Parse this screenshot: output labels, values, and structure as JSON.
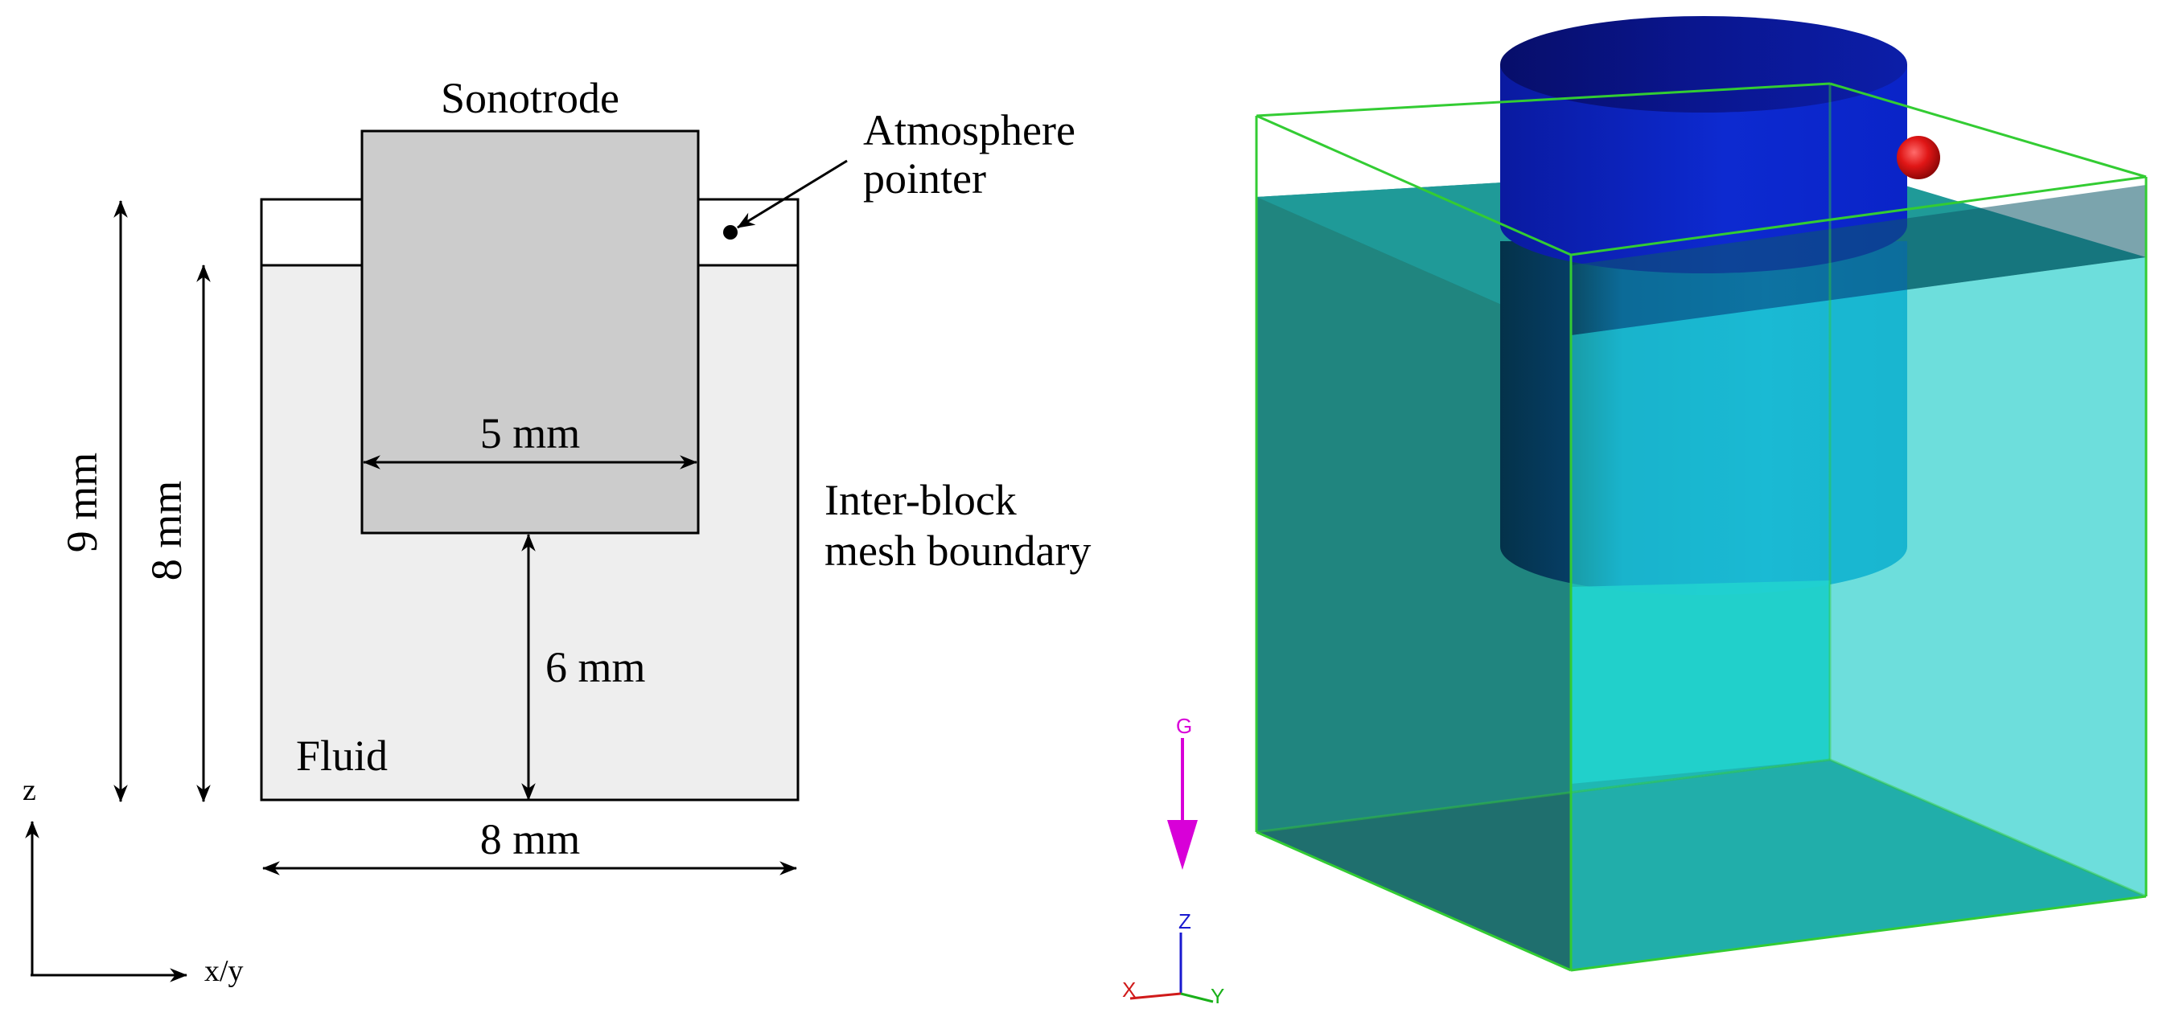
{
  "schematic": {
    "sonotrode_label": "Sonotrode",
    "atmosphere_label_line1": "Atmosphere",
    "atmosphere_label_line2": "pointer",
    "interblock_label_line1": "Inter-block",
    "interblock_label_line2": "mesh boundary",
    "fluid_label": "Fluid",
    "dim_total_height": "9 mm",
    "dim_fluid_height": "8 mm",
    "dim_sonotrode_width": "5 mm",
    "dim_gap": "6 mm",
    "dim_domain_width": "8 mm",
    "axis_z": "z",
    "axis_xy": "x/y"
  },
  "render3d": {
    "gravity_label": "G",
    "triad_z": "Z",
    "triad_x": "X",
    "triad_y": "Y"
  },
  "colors": {
    "sonotrode_fill": "#cccccc",
    "fluid_fill": "#eeeeee",
    "box_outline": "#33cc33",
    "fluid_teal": "#1fc8c4",
    "cylinder_blue": "#0a1ea8",
    "sphere_red": "#dd1111",
    "gravity_magenta": "#d800d8"
  }
}
